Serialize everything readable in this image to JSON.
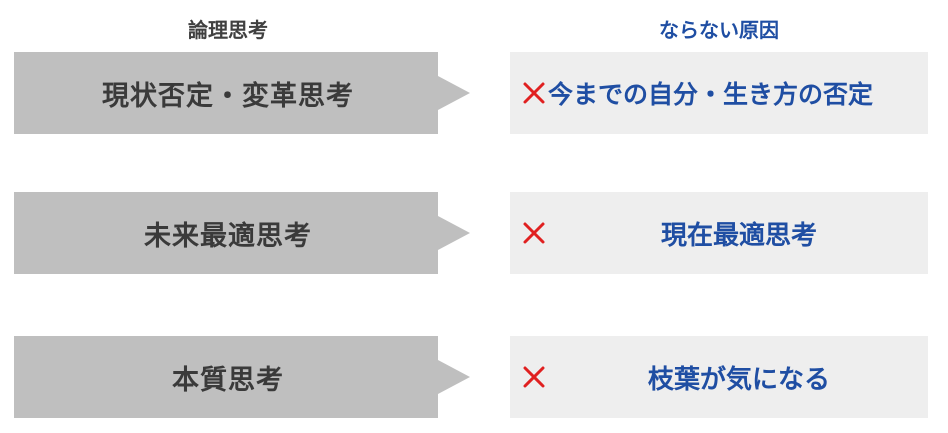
{
  "headers": {
    "left": "論理思考",
    "right": "ならない原因"
  },
  "rows": [
    {
      "left": "現状否定・変革思考",
      "right": "今までの自分・生き方の否定",
      "mark": "×"
    },
    {
      "left": "未来最適思考",
      "right": "現在最適思考",
      "mark": "×"
    },
    {
      "left": "本質思考",
      "right": "枝葉が気になる",
      "mark": "×"
    }
  ],
  "colors": {
    "arrow_fill": "#bfbfbf",
    "box_fill": "#eeeeee",
    "left_text": "#3a3a3a",
    "right_text": "#1f4ea3",
    "mark": "#e02020"
  },
  "icons": {
    "arrow": "right-pointing-arrow-shape",
    "mark": "red-cross-icon"
  }
}
